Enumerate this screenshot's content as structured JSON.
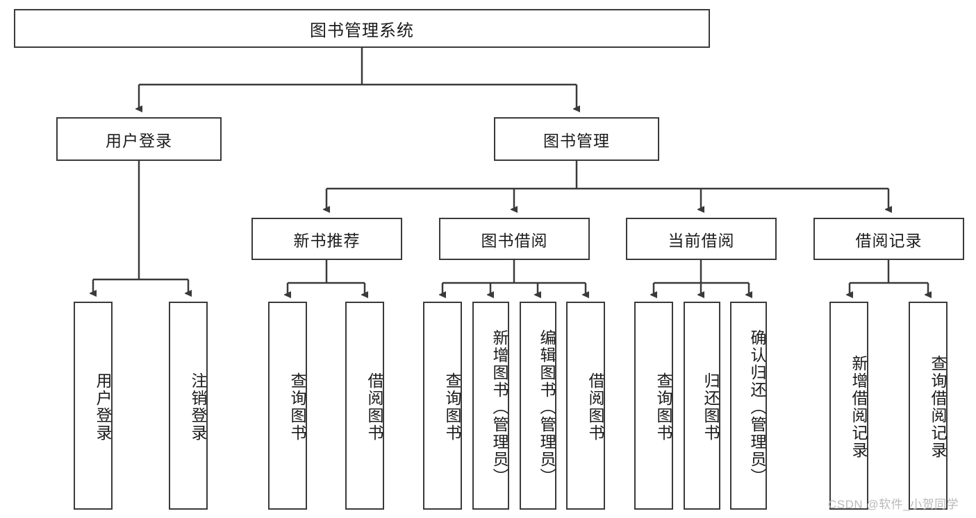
{
  "diagram": {
    "type": "tree-hierarchy",
    "title": "图书管理系统",
    "root": {
      "label": "图书管理系统"
    },
    "level2": [
      {
        "label": "用户登录"
      },
      {
        "label": "图书管理"
      }
    ],
    "level3": [
      {
        "label": "新书推荐"
      },
      {
        "label": "图书借阅"
      },
      {
        "label": "当前借阅"
      },
      {
        "label": "借阅记录"
      }
    ],
    "leaves": {
      "user_login": [
        {
          "label": "用户登录"
        },
        {
          "label": "注销登录"
        }
      ],
      "new_book_recommend": [
        {
          "label": "查询图书"
        },
        {
          "label": "借阅图书"
        }
      ],
      "book_borrow": [
        {
          "label": "查询图书"
        },
        {
          "label": "新增图书（管理员）"
        },
        {
          "label": "编辑图书（管理员）"
        },
        {
          "label": "借阅图书"
        }
      ],
      "current_borrow": [
        {
          "label": "查询图书"
        },
        {
          "label": "归还图书"
        },
        {
          "label": "确认归还（管理员）"
        }
      ],
      "borrow_record": [
        {
          "label": "新增借阅记录"
        },
        {
          "label": "查询借阅记录"
        }
      ]
    }
  },
  "watermark": {
    "text": "CSDN @软件_小贺同学"
  },
  "colors": {
    "border": "#3a3a3a",
    "text": "#1b1b1b",
    "background": "#ffffff",
    "watermark": "#b9b9b9"
  }
}
